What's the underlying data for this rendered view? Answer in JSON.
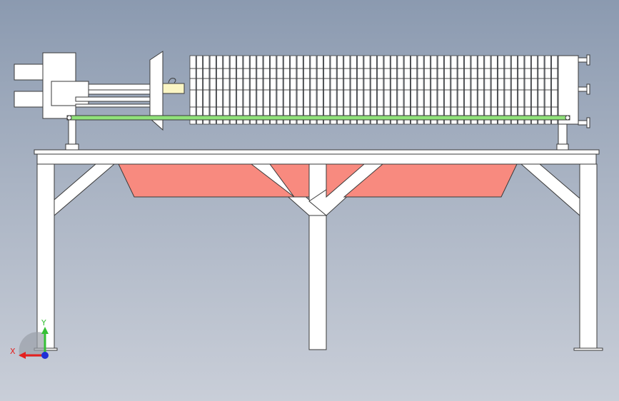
{
  "colors": {
    "background_top": "#8b9ab0",
    "background_bottom": "#c9ced8",
    "frame": "#ffffff",
    "outline": "#3a3a3a",
    "drip_tray": "#f88a7f",
    "guide_rail": "#90e27a",
    "cylinder_block": "#fbf6c4",
    "axis_x": "#e5201f",
    "axis_y": "#35c035",
    "axis_z": "#1f2fd6"
  },
  "triad": {
    "x_label": "X",
    "y_label": "Y"
  },
  "filter_press": {
    "plate_count": 55,
    "nozzle_count": 3
  }
}
